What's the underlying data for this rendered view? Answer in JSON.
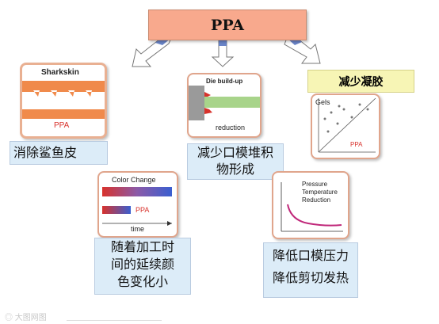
{
  "title": "PPA",
  "sharkskin": {
    "header": "Sharkskin",
    "tag": "PPA",
    "label": "消除鲨鱼皮"
  },
  "die_buildup": {
    "header": "Die build-up",
    "footer": "reduction",
    "label_line1": "减少口模堆积",
    "label_line2": "物形成"
  },
  "gels": {
    "label": "减少凝胶",
    "corner": "Gels",
    "tag": "PPA"
  },
  "color_change": {
    "header": "Color Change",
    "tag": "PPA",
    "axis": "time",
    "label_lines": [
      "随着加工时",
      "间的延续颜",
      "色变化小"
    ]
  },
  "pressure": {
    "lines": [
      "Pressure",
      "Temperature",
      "Reduction"
    ],
    "label_lines": [
      "降低口模压力",
      "降低剪切发热"
    ]
  },
  "watermark": "大图网图",
  "colors": {
    "title_bg": "#f8a98d",
    "label_bg": "#dcecf8",
    "gels_label_bg": "#f7f5b5",
    "accent_red": "#d8322c",
    "band_orange": "#f08a4b"
  }
}
